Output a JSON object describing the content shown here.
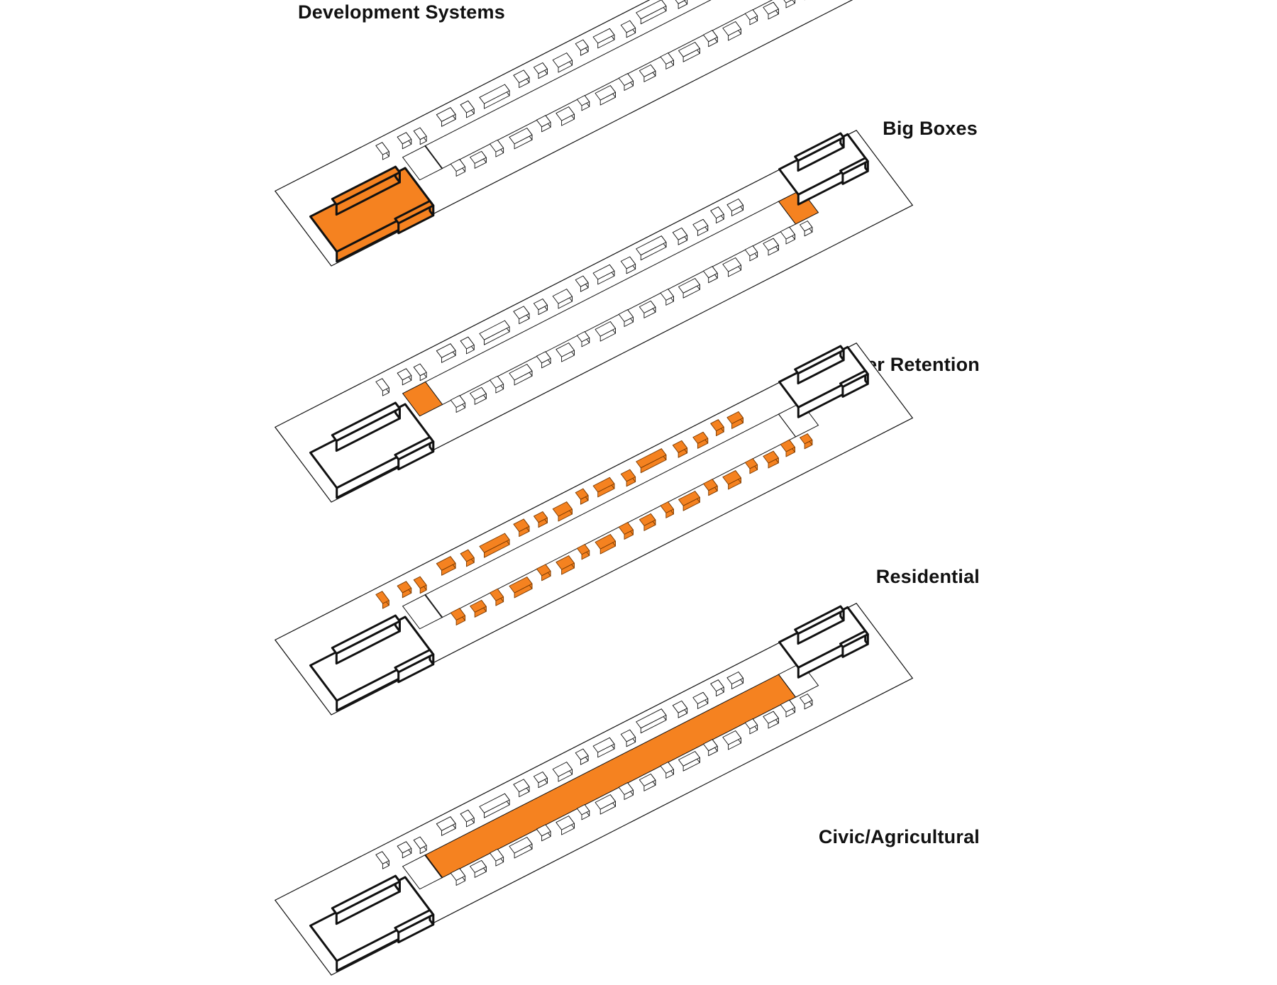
{
  "title": "Development Systems",
  "highlight_color": "#F58220",
  "outline_color": "#111111",
  "layers": [
    {
      "label": "Big Boxes",
      "highlight": "big-boxes"
    },
    {
      "label": "Water Retention",
      "highlight": "water-retention"
    },
    {
      "label": "Residential",
      "highlight": "residential"
    },
    {
      "label": "Civic/Agricultural",
      "highlight": "civic-agricultural"
    }
  ]
}
